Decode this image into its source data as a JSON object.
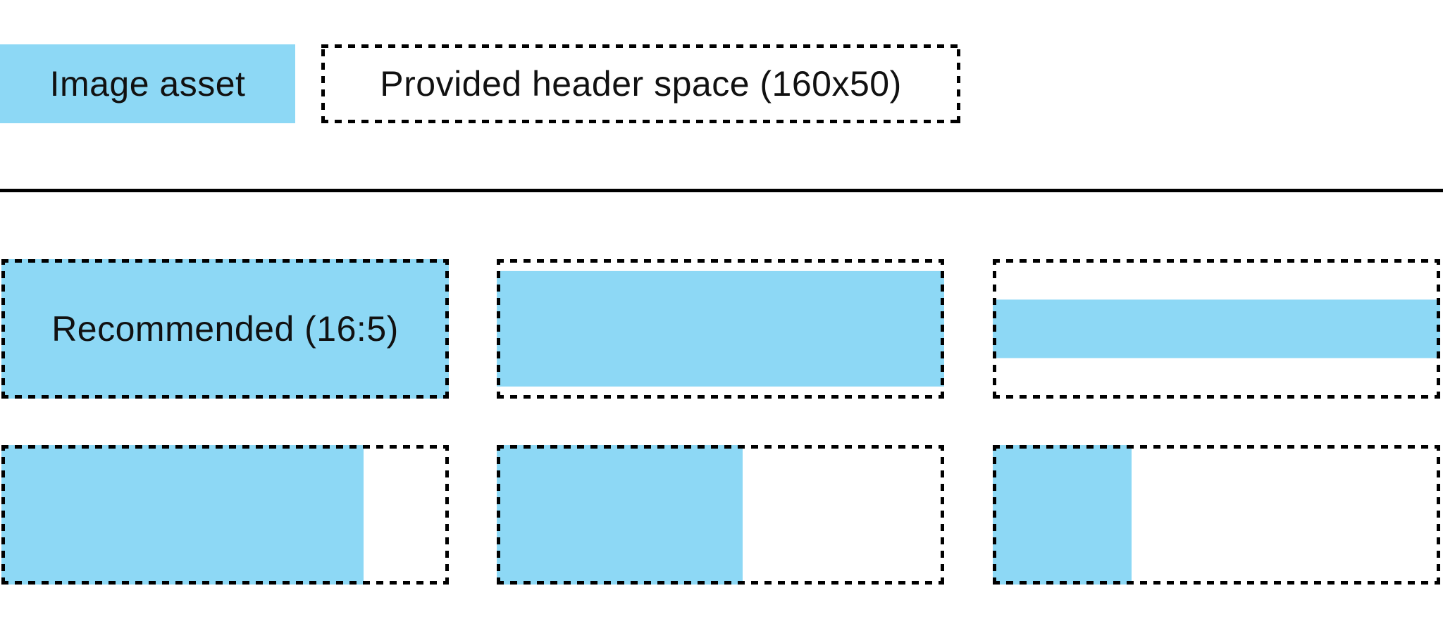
{
  "colors": {
    "asset_blue": "#8DD8F5",
    "outline_black": "#000000",
    "text_black": "#111111",
    "background_white": "#ffffff"
  },
  "legend": {
    "image_asset": {
      "label": "Image asset"
    },
    "header_space": {
      "label": "Provided header space (160x50)"
    }
  },
  "examples": {
    "row1": [
      {
        "label": "Recommended (16:5)",
        "fill": {
          "w": 100,
          "h": 100
        }
      },
      {
        "label": "",
        "fill": {
          "w": 100,
          "h": 83
        }
      },
      {
        "label": "",
        "fill": {
          "w": 100,
          "h": 42
        }
      }
    ],
    "row2": [
      {
        "fill": {
          "w": 81,
          "h": 100
        }
      },
      {
        "fill": {
          "w": 55,
          "h": 100
        }
      },
      {
        "fill": {
          "w": 31,
          "h": 100
        }
      }
    ]
  }
}
